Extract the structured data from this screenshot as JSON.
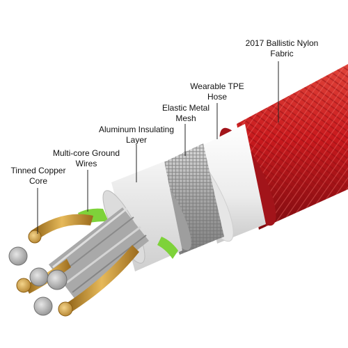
{
  "labels": {
    "nylon": {
      "line1": "2017 Ballistic Nylon",
      "line2": "Fabric"
    },
    "tpe": {
      "line1": "Wearable TPE",
      "line2": "Hose"
    },
    "mesh": {
      "line1": "Elastic Metal",
      "line2": "Mesh"
    },
    "aluminum": {
      "line1": "Aluminum Insulating",
      "line2": "Layer"
    },
    "ground": {
      "line1": "Multi-core Ground",
      "line2": "Wires"
    },
    "copper": {
      "line1": "Tinned Copper",
      "line2": "Core"
    }
  },
  "colors": {
    "nylon_red": "#c8191d",
    "tpe_white": "#f2f2f2",
    "mesh_silver": "#b8b8b8",
    "ground_green": "#7ed23a",
    "copper_gold": "#c99a3a",
    "wire_silver": "#a9a9a9",
    "leader": "#222222"
  }
}
